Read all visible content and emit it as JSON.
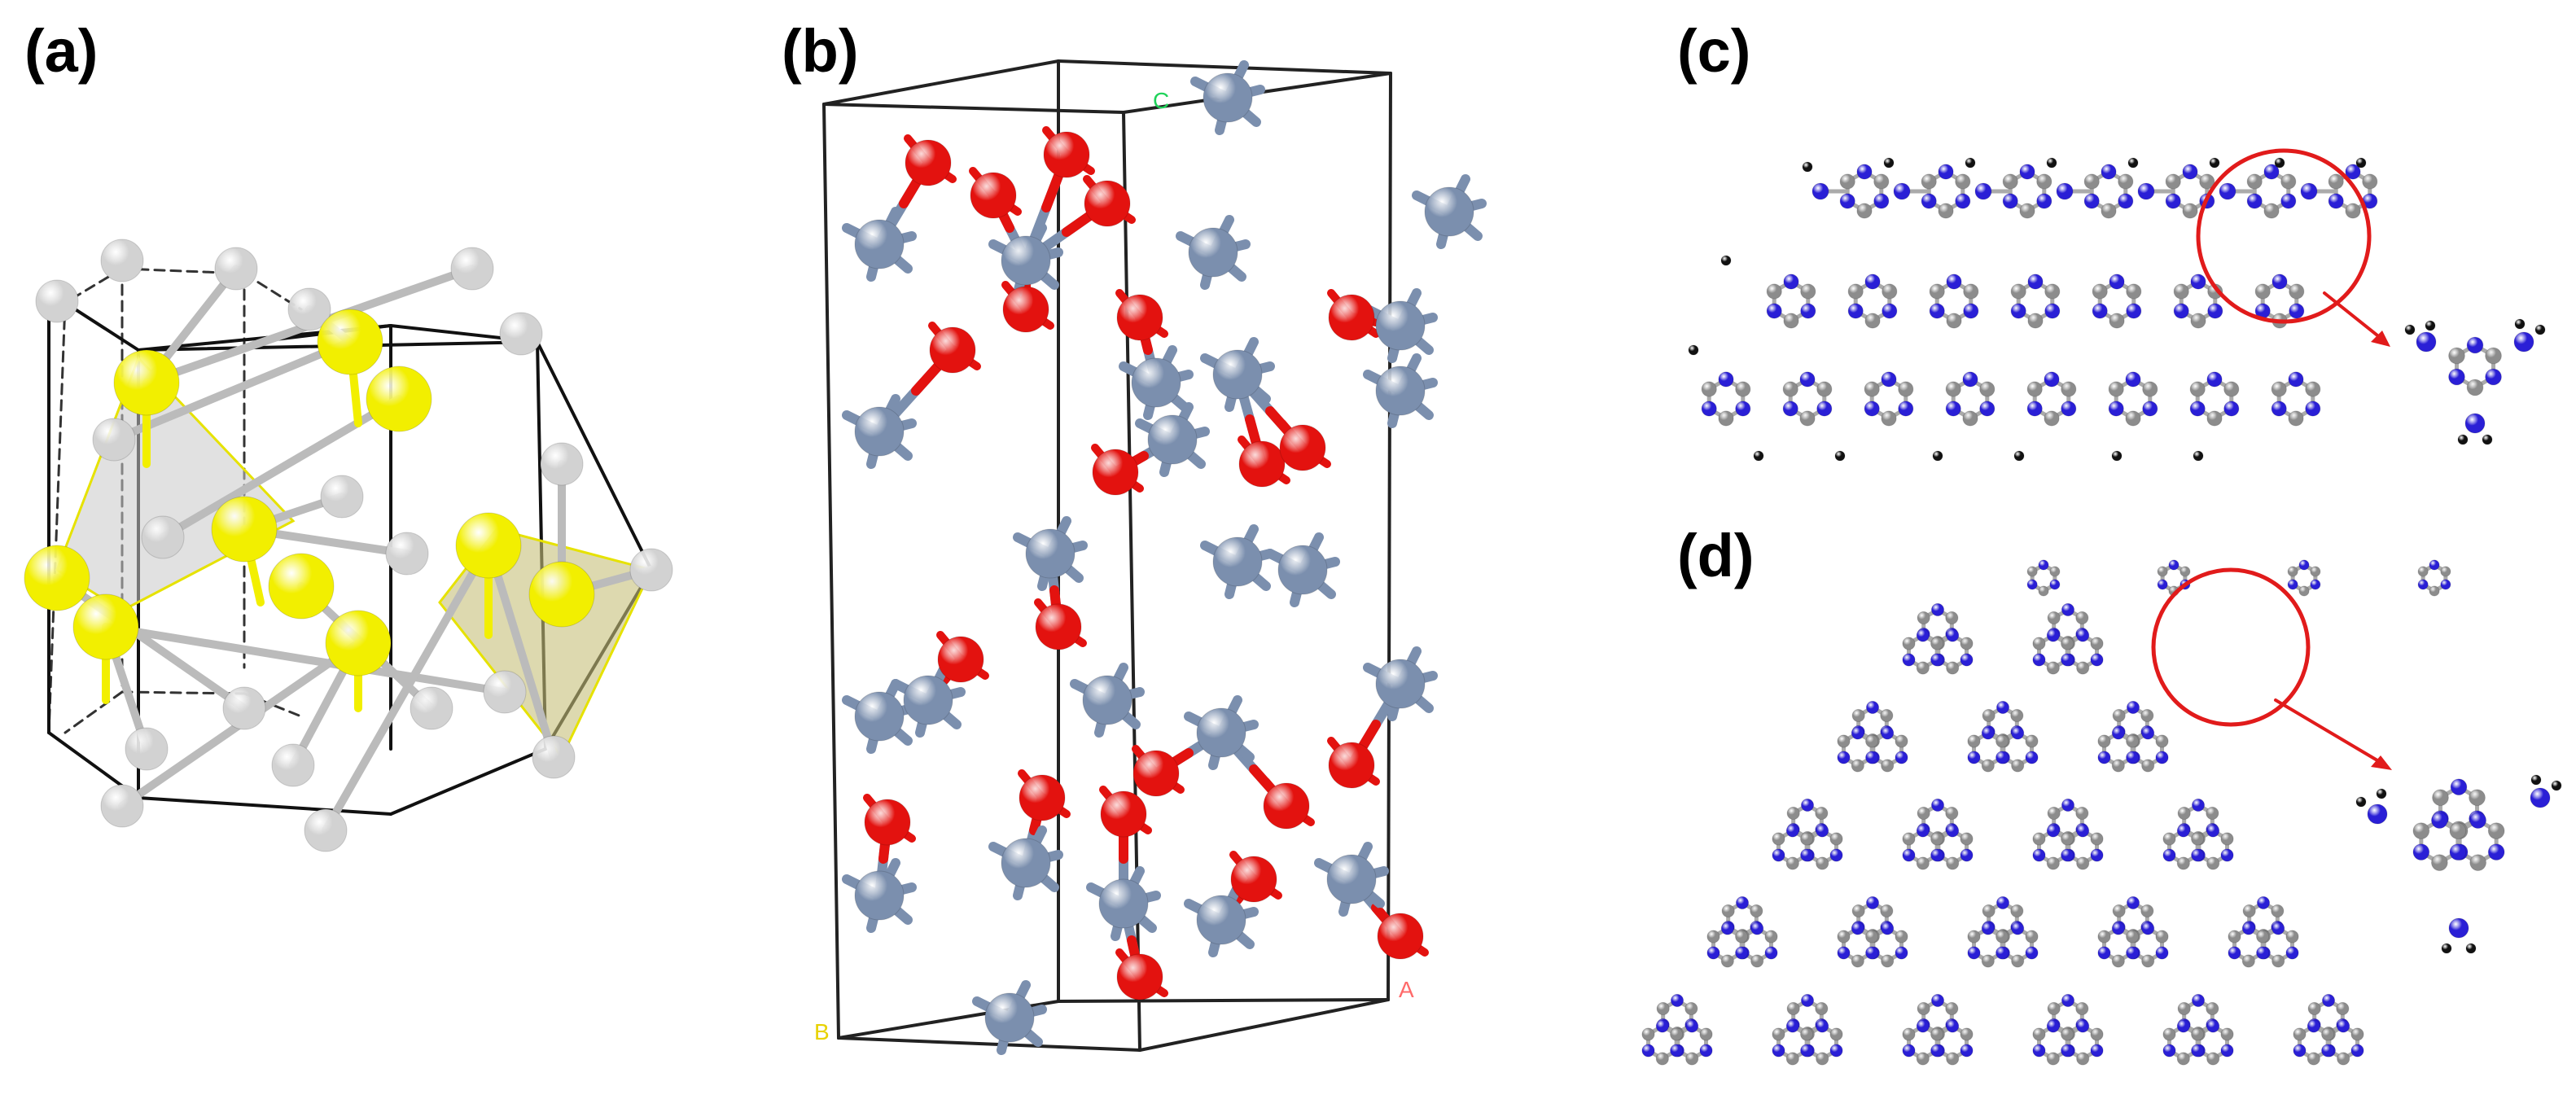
{
  "panels": [
    {
      "id": "a",
      "label": "(a)"
    },
    {
      "id": "b",
      "label": "(b)",
      "axis_labels": {
        "c": "C",
        "b": "B",
        "a": "A"
      }
    },
    {
      "id": "c",
      "label": "(c)"
    },
    {
      "id": "d",
      "label": "(d)"
    }
  ],
  "colors": {
    "sulfur_yellow": "#f2ef00",
    "metal_white": "#d2d2d2",
    "oxygen_red": "#e3120f",
    "cation_steelblue": "#7b8fae",
    "nitrogen_blue": "#2a1fd6",
    "carbon_gray": "#8c8c8c",
    "hydrogen_black": "#111111",
    "highlight_red": "#e11b1b",
    "tetra_gray": "#c9c9c9",
    "tetra_olive": "#c7c07a"
  },
  "icons": [
    "zoom-arrow-icon"
  ]
}
